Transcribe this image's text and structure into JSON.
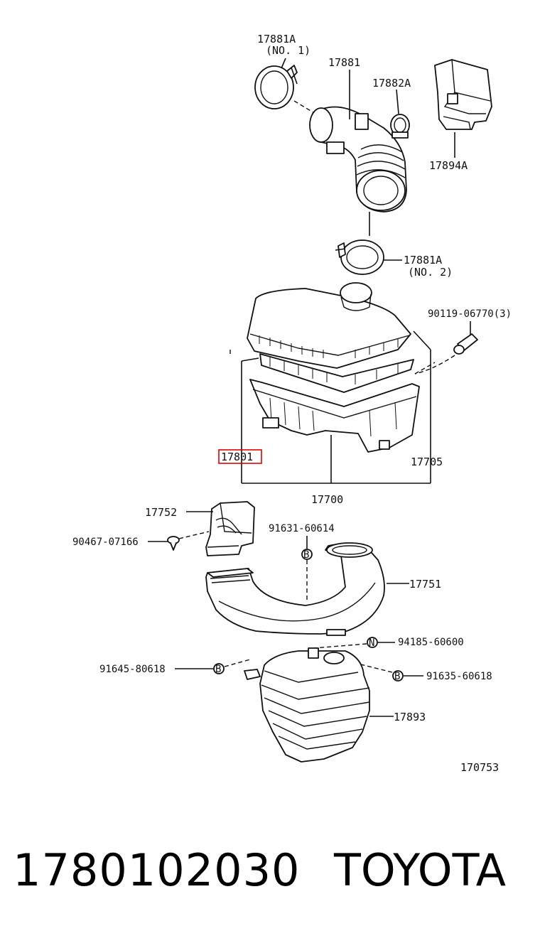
{
  "callouts": {
    "c17881A_no1": "17881A",
    "c17881A_no1_sub": "(NO. 1)",
    "c17881": "17881",
    "c17882A": "17882A",
    "c17894A": "17894A",
    "c17881A_no2": "17881A",
    "c17881A_no2_sub": "(NO. 2)",
    "c90119": "90119-06770(3)",
    "c17801": "17801",
    "c17705": "17705",
    "c17700": "17700",
    "c17752": "17752",
    "c90467": "90467-07166",
    "c91631": "91631-60614",
    "c17751": "17751",
    "c94185": "94185-60600",
    "c91645": "91645-80618",
    "c91635": "91635-60618",
    "c17893": "17893",
    "diagram_code": "170753"
  },
  "markers": {
    "b": "B",
    "n": "N"
  },
  "highlight_color": "#e00000",
  "footer": {
    "part_number": "1780102030",
    "brand": "TOYOTA"
  }
}
